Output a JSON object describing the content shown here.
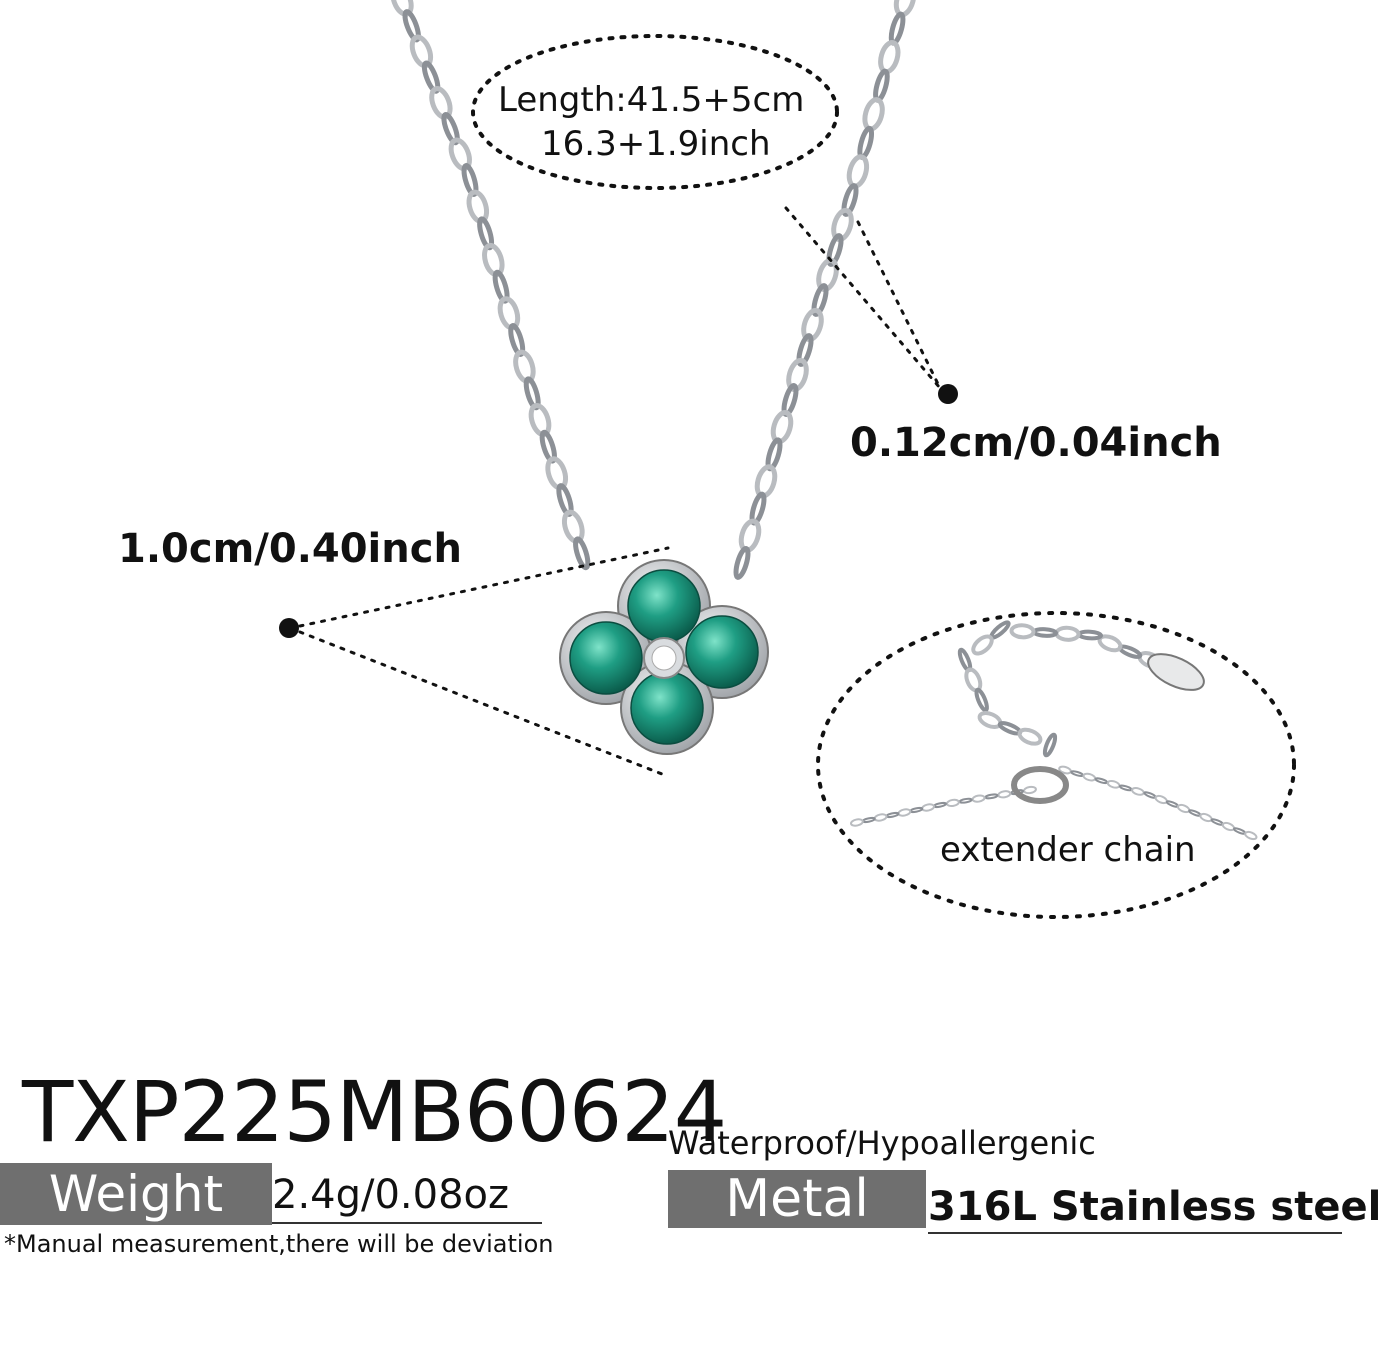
{
  "product": {
    "sku": "TXP225MB60624",
    "weight_label": "Weight",
    "weight_value": "2.4g/0.08oz",
    "note": "*Manual measurement,there will be deviation",
    "feature": "Waterproof/Hypoallergenic",
    "metal_label": "Metal",
    "metal_value": "316L Stainless steel"
  },
  "annotations": {
    "length_cm": "Length:41.5+5cm",
    "length_inch": "16.3+1.9inch",
    "chain_thickness": "0.12cm/0.04inch",
    "pendant_size": "1.0cm/0.40inch",
    "extender": "extender chain"
  },
  "colors": {
    "gem_green": "#1f9e84",
    "gem_dark": "#0b5e4d",
    "silver": "#c9ccd0",
    "silver_dark": "#8c9096",
    "tag_gray": "#6f6f6f"
  }
}
